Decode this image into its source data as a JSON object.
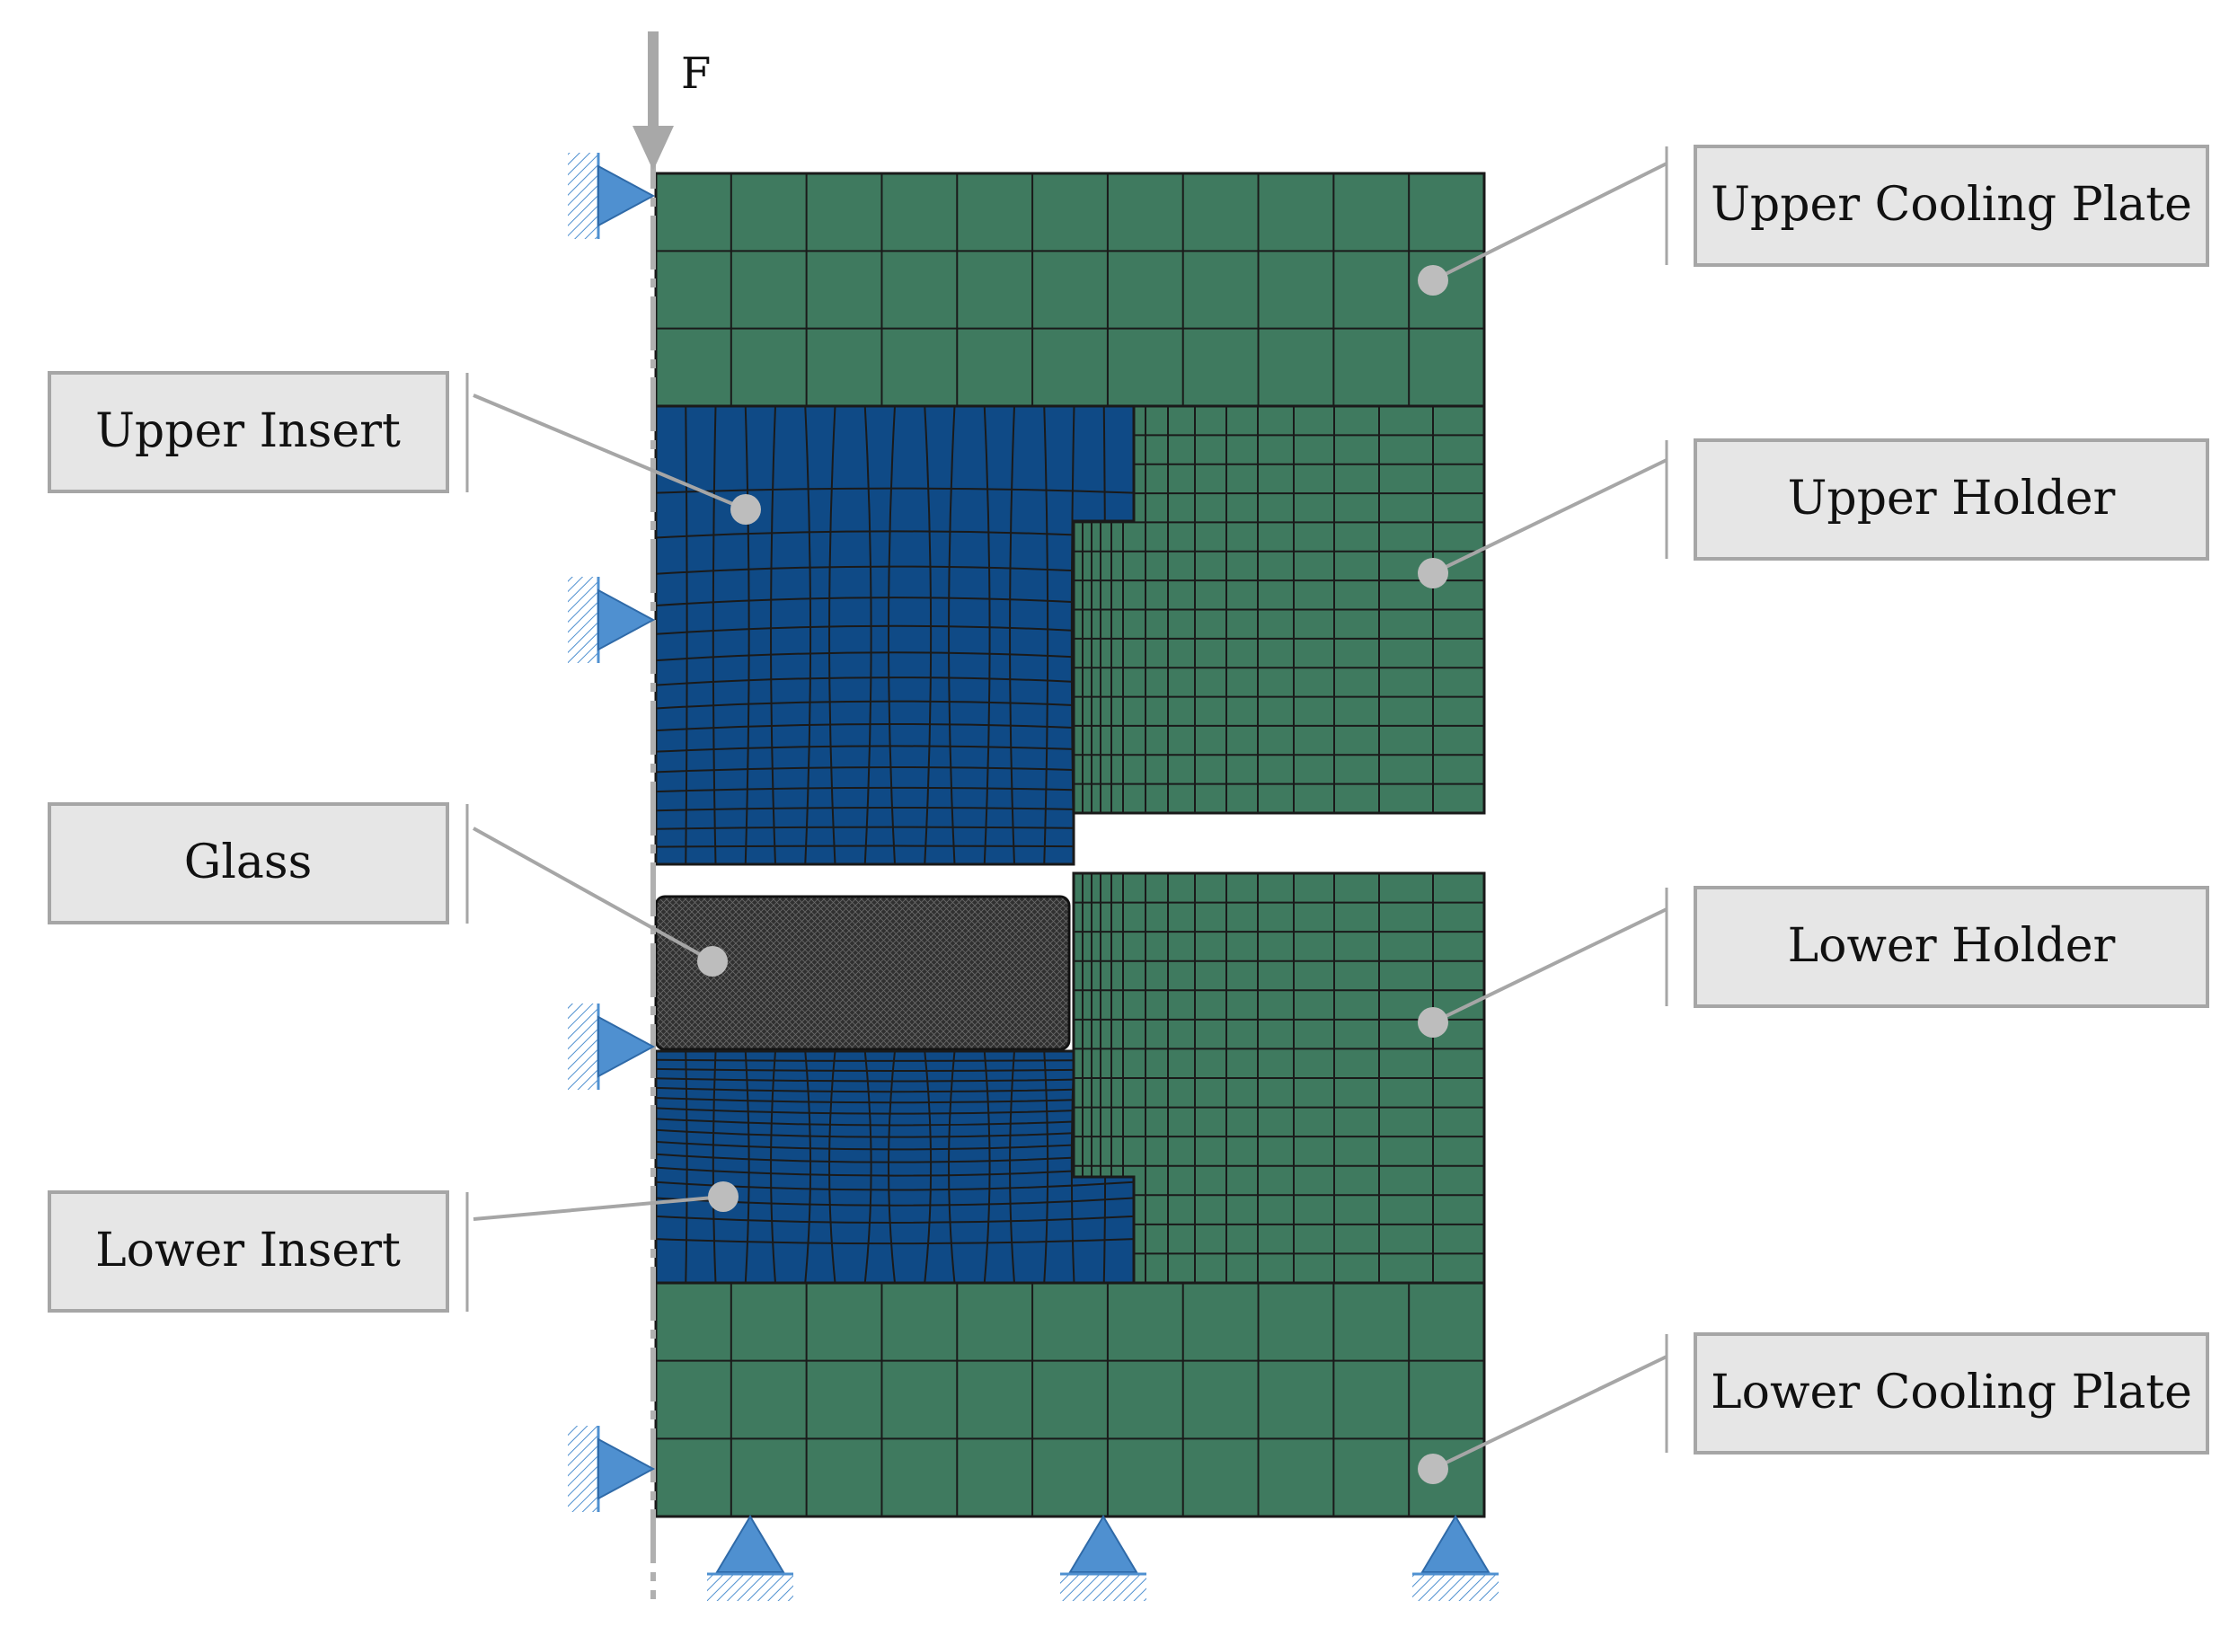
{
  "force": {
    "label": "F"
  },
  "labels": {
    "upper_cooling_plate": "Upper Cooling Plate",
    "upper_insert": "Upper Insert",
    "upper_holder": "Upper Holder",
    "glass": "Glass",
    "lower_holder": "Lower Holder",
    "lower_insert": "Lower Insert",
    "lower_cooling_plate": "Lower Cooling Plate"
  },
  "colors": {
    "cooling_plate": "#3f7a5f",
    "holder": "#3f7a5f",
    "insert": "#0f4a86",
    "glass": "#2a2a2a",
    "mesh_line": "#1a1a1a",
    "support": "#4f90d0",
    "label_box": "#e6e6e6",
    "leader": "#a6a6a6"
  }
}
